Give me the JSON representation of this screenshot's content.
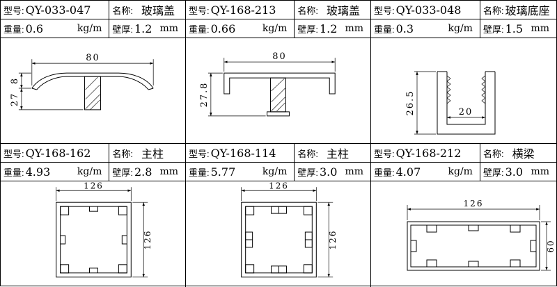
{
  "labels": {
    "model": "型号:",
    "name": "名称:",
    "weight": "重量:",
    "thickness": "壁厚:",
    "weight_unit": "kg/m",
    "thickness_unit": "mm"
  },
  "cells": [
    {
      "model": "QY-033-047",
      "name": "玻璃盖",
      "weight": "0.6",
      "thickness": "1.2",
      "dims": {
        "width": "80",
        "cap_height": "8",
        "height": "27"
      }
    },
    {
      "model": "QY-168-213",
      "name": "玻璃盖",
      "weight": "0.66",
      "thickness": "1.2",
      "dims": {
        "width": "80",
        "height": "27.8"
      }
    },
    {
      "model": "QY-033-048",
      "name": "玻璃底座",
      "weight": "0.3",
      "thickness": "1.5",
      "dims": {
        "height": "26.5",
        "inner_width": "20"
      }
    },
    {
      "model": "QY-168-162",
      "name": "主柱",
      "weight": "4.93",
      "thickness": "2.8",
      "dims": {
        "width": "126",
        "height": "126"
      }
    },
    {
      "model": "QY-168-114",
      "name": "主柱",
      "weight": "5.77",
      "thickness": "3.0",
      "dims": {
        "width": "126",
        "height": "126"
      }
    },
    {
      "model": "QY-168-212",
      "name": "横梁",
      "weight": "4.07",
      "thickness": "3.0",
      "dims": {
        "width": "126",
        "height": "60"
      }
    }
  ]
}
